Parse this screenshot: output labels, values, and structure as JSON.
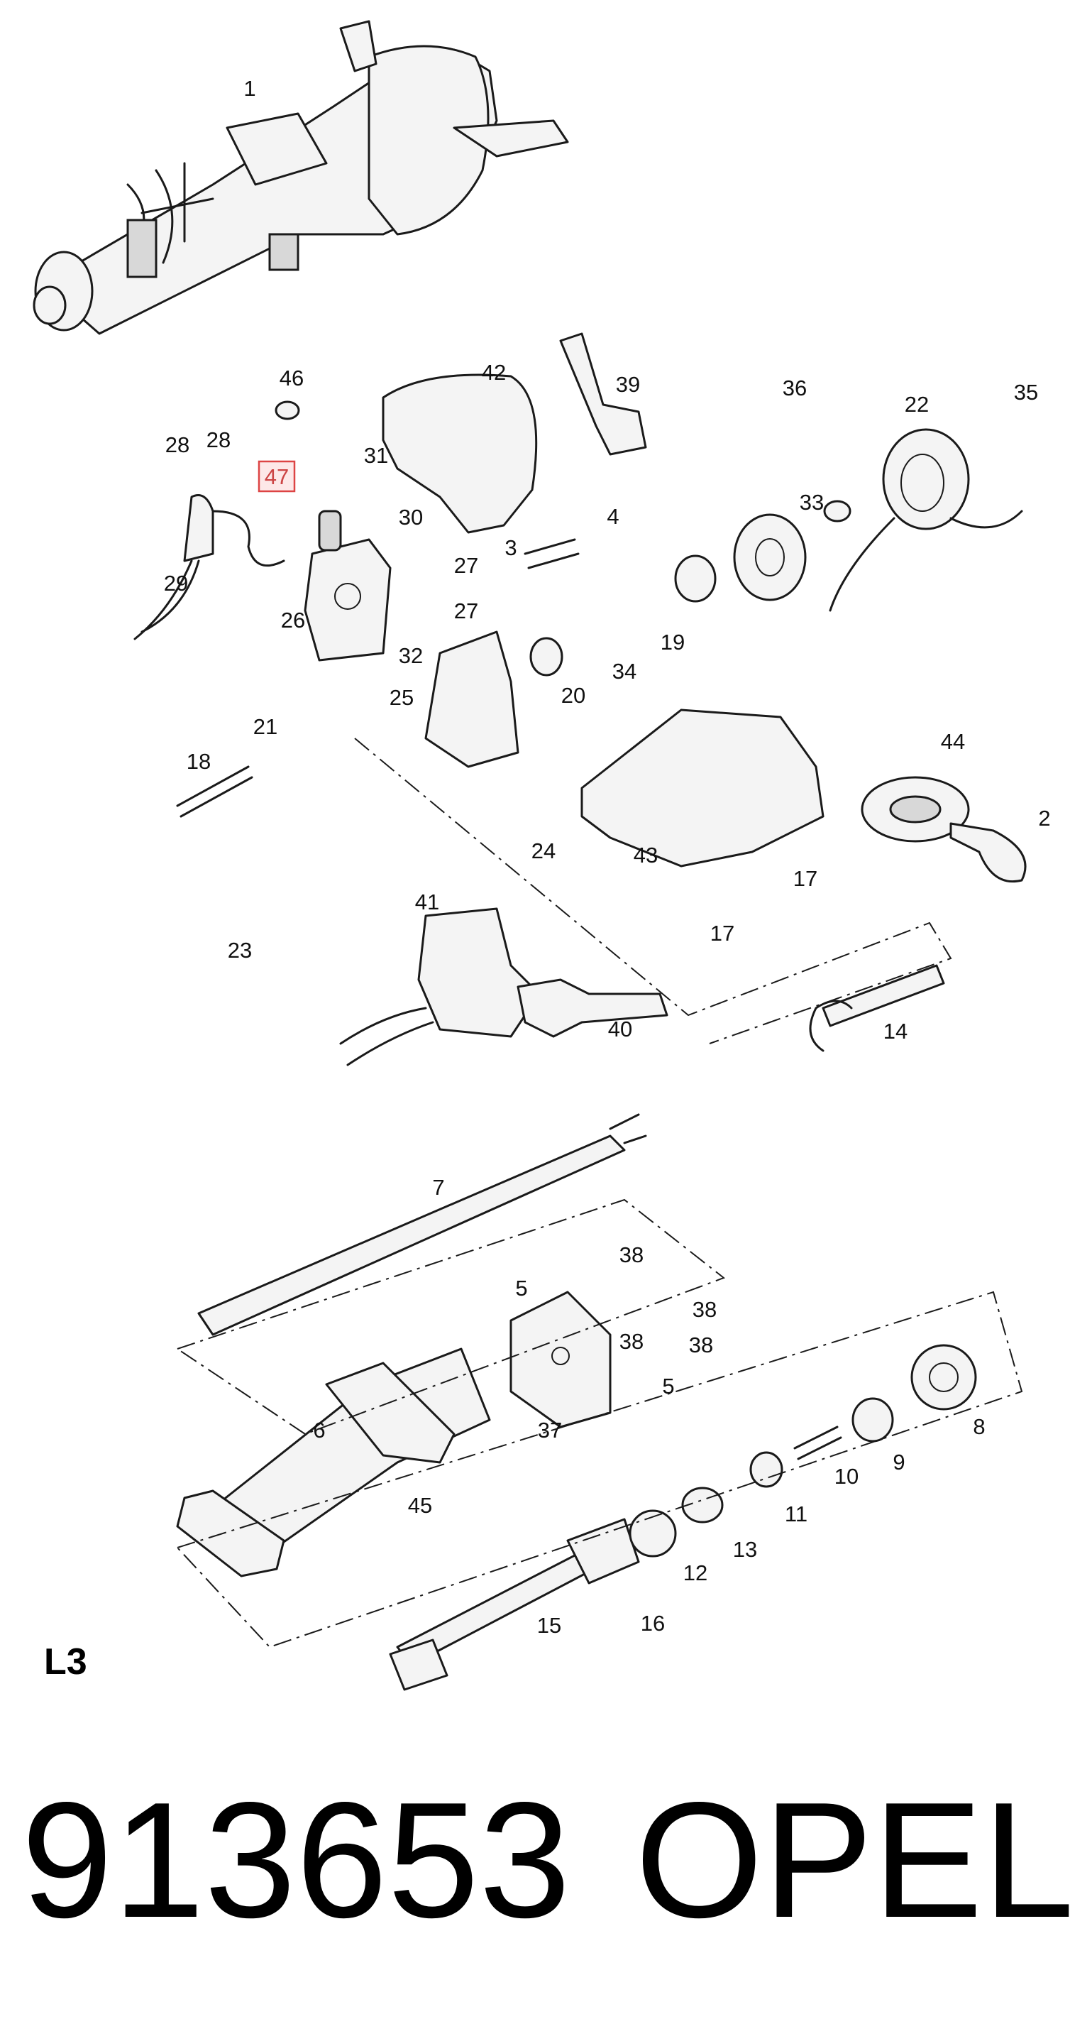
{
  "diagram": {
    "section_code": "L3",
    "part_number": "913653",
    "brand": "OPEL",
    "highlighted_part": "47",
    "callouts": [
      "1",
      "2",
      "3",
      "4",
      "5",
      "6",
      "7",
      "8",
      "9",
      "10",
      "11",
      "12",
      "13",
      "14",
      "15",
      "16",
      "17",
      "18",
      "19",
      "20",
      "21",
      "22",
      "23",
      "24",
      "25",
      "26",
      "27",
      "28",
      "29",
      "30",
      "31",
      "32",
      "33",
      "34",
      "35",
      "36",
      "37",
      "38",
      "39",
      "40",
      "41",
      "42",
      "43",
      "44",
      "45",
      "46",
      "47"
    ],
    "colors": {
      "highlight_border": "#d44444",
      "highlight_fill": "#fde8e8",
      "ink": "#1a1a1a"
    }
  }
}
